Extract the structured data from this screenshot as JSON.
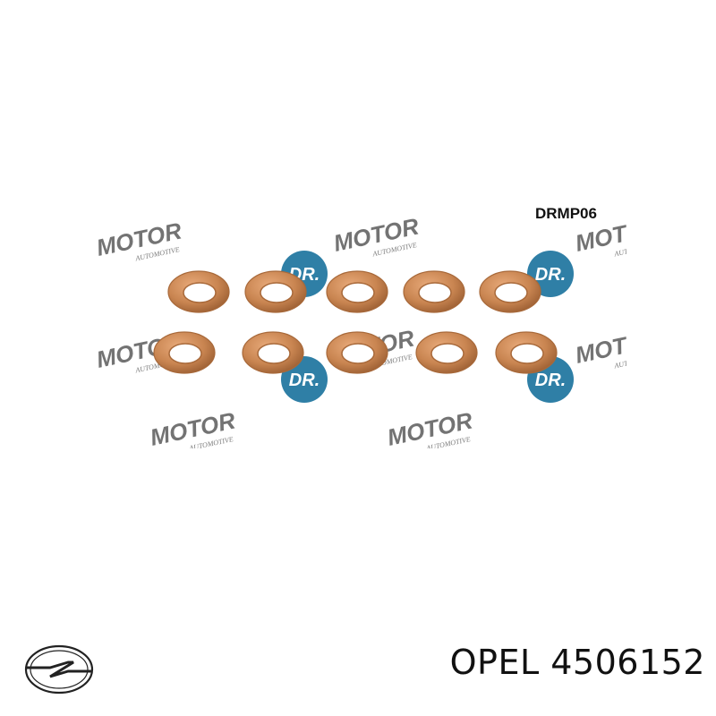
{
  "product": {
    "code": "DRMP06",
    "watermark_text": "MOTOR",
    "watermark_subtext": "AUTOMOTIVE",
    "badge_text": "DR.",
    "washer_count": 10,
    "colors": {
      "washer": "#c98551",
      "washer_dark": "#a8693a",
      "badge": "#2f7fa6",
      "watermark": "#5a5a5a"
    }
  },
  "brand": {
    "name": "OPEL",
    "part_number": "4506152",
    "logo_icon": "opel-logo-icon"
  }
}
